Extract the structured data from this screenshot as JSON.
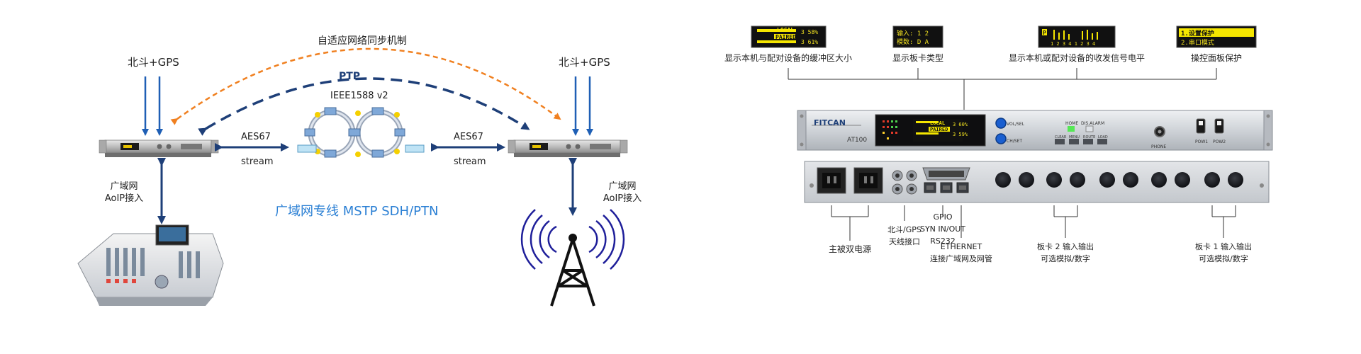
{
  "left": {
    "sync_label": "自适应网络同步机制",
    "ptp_label": "PTP",
    "ieee_label": "IEEE1588 v2",
    "gnss_left": "北斗+GPS",
    "gnss_right": "北斗+GPS",
    "aes67_left": "AES67",
    "stream_left": "stream",
    "aes67_right": "AES67",
    "stream_right": "stream",
    "wan_left_line1": "广域网",
    "wan_left_line2": "AoIP接入",
    "wan_right_line1": "广域网",
    "wan_right_line2": "AoIP接入",
    "dedicated_line": "广域网专线  MSTP SDH/PTN"
  },
  "right": {
    "screens": [
      {
        "line1": "LOCAL",
        "line1_val": "3 58%",
        "line2": "PAIRED",
        "line2_val": "3 61%"
      },
      {
        "line1": "输入: 1 2",
        "line2": "模数: D A"
      },
      {
        "line1": "P",
        "line2": "1 2 3 4 1 2 3 4"
      },
      {
        "line1": "1.设置保护",
        "line2": "2.串口模式"
      }
    ],
    "screen_captions": [
      "显示本机与配对设备的缓冲区大小",
      "显示板卡类型",
      "显示本机或配对设备的收发信号电平",
      "操控面板保护"
    ],
    "front_panel": {
      "brand": "FITCAN",
      "model": "AT100",
      "display_line1": "LOCAL",
      "display_val1": "3 60%",
      "display_line2": "PAIRED",
      "display_val2": "3 59%",
      "knob1": "VOL/SEL",
      "knob2": "CH/SET",
      "btn_home": "HOME",
      "btn_dis": "DIS.ALARM",
      "small_buttons": [
        "CLEAR",
        "MENU",
        "ROUTE",
        "LOAD"
      ],
      "phone": "PHONE",
      "pow1": "POW1",
      "pow2": "POW2"
    },
    "rear_captions": {
      "power": "主被双电源",
      "gnss_line1": "北斗/GPS",
      "gnss_line2": "天线接口",
      "gpio_line1": "GPIO",
      "gpio_line2": "SYN IN/OUT",
      "gpio_line3": "RS232",
      "eth_line1": "ETHERNET",
      "eth_line2": "连接广域网及网管",
      "card2_line1": "板卡 2 输入输出",
      "card2_line2": "可选模拟/数字",
      "card1_line1": "板卡 1 输入输出",
      "card1_line2": "可选模拟/数字"
    }
  },
  "colors": {
    "arrow_blue": "#1f5fb5",
    "dark_navy": "#1e3f78",
    "orange": "#f08020",
    "accent_text": "#2a7fd4",
    "oled_yellow": "#f5e600"
  }
}
